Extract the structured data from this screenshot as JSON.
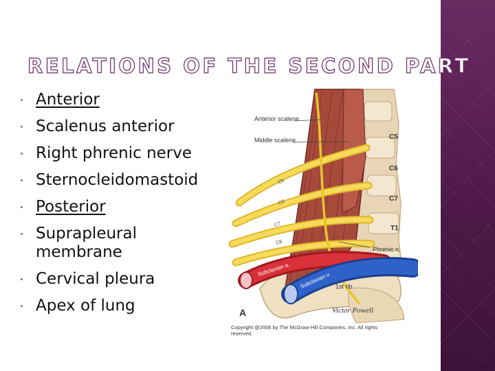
{
  "slide": {
    "title": "RELATIONS OF THE SECOND PART",
    "bullets": [
      {
        "text": "Anterior",
        "heading": true
      },
      {
        "text": "Scalenus anterior",
        "heading": false
      },
      {
        "text": "Right phrenic nerve",
        "heading": false
      },
      {
        "text": "Sternocleidomastoid",
        "heading": false
      },
      {
        "text": "Posterior",
        "heading": true
      },
      {
        "text": "Suprapleural membrane",
        "heading": false
      },
      {
        "text": "Cervical pleura",
        "heading": false
      },
      {
        "text": "Apex of lung",
        "heading": false
      }
    ]
  },
  "figure": {
    "labels": {
      "anterior_scalene": "Anterior scalene",
      "middle_scalene": "Middle scalene",
      "c5": "C5",
      "c6": "C6",
      "c7": "C7",
      "t1": "T1",
      "phrenic": "Phrenic n.",
      "first_rib": "1st rib",
      "subclavian_artery": "Subclavian a.",
      "subclavian_vein": "Subclavian v.",
      "nerve_c5": "C5",
      "nerve_c6": "C6",
      "nerve_c7": "C7",
      "nerve_c8": "C8",
      "panel_letter": "A",
      "signature": "Victor Powell"
    },
    "copyright": "Copyright @2006 by The McGraw-Hill Companies, Inc. All rights reserved."
  },
  "colors": {
    "accent": "#6a2a63",
    "artery": "#c8202a",
    "vein": "#2456b8",
    "nerve": "#f2cf3a",
    "muscle": "#a64a3c",
    "bone": "#f0e2c6"
  }
}
